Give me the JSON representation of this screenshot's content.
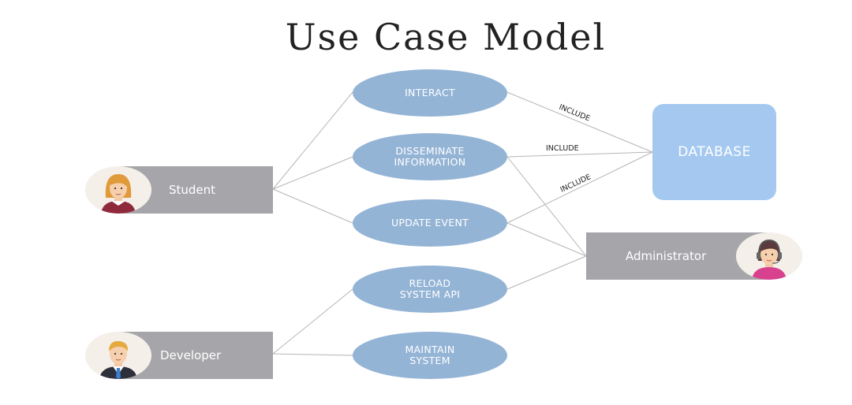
{
  "title": "Use Case Model",
  "actors": {
    "student": "Student",
    "developer": "Developer",
    "administrator": "Administrator"
  },
  "use_cases": {
    "interact": "INTERACT",
    "disseminate": "DISSEMINATE\nINFORMATION",
    "update_event": "UPDATE EVENT",
    "reload_api": "RELOAD\nSYSTEM API",
    "maintain": "MAINTAIN\nSYSTEM"
  },
  "database": "DATABASE",
  "include_labels": [
    "INCLUDE",
    "INCLUDE",
    "INCLUDE"
  ],
  "colors": {
    "use_case_fill": "#94b4d6",
    "database_fill": "#a4c8f0",
    "actor_box": "#a6a6aa",
    "connector": "#b5b5b5"
  },
  "icons": {
    "student": "female-student-avatar-icon",
    "developer": "male-developer-avatar-icon",
    "administrator": "female-headset-admin-avatar-icon"
  }
}
